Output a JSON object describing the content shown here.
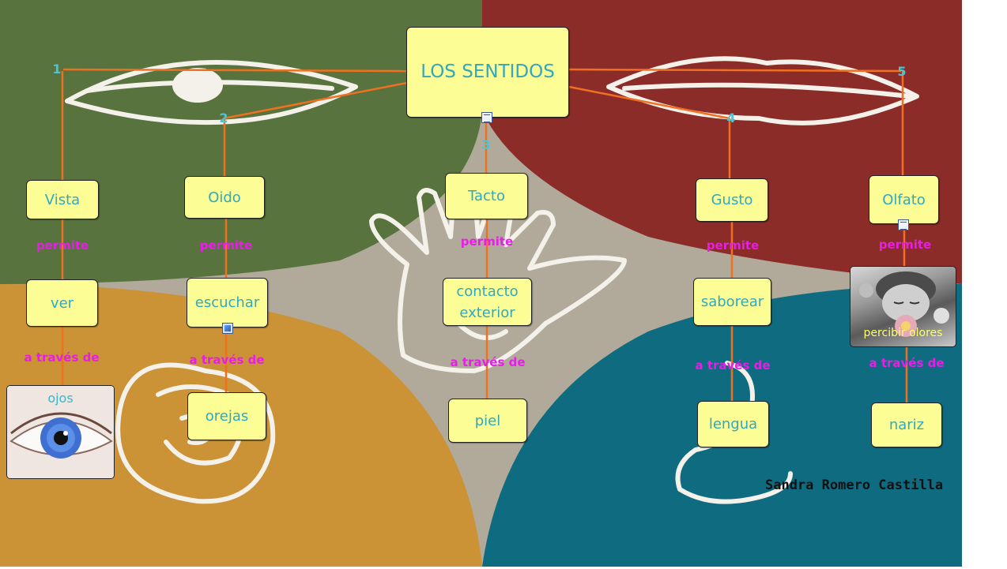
{
  "title": "LOS SENTIDOS",
  "numbers": [
    "1",
    "2",
    "3",
    "4",
    "5"
  ],
  "senses": [
    {
      "name": "Vista",
      "verb_link": "permite",
      "verb": "ver",
      "organ_link": "a través de",
      "organ": "ojos"
    },
    {
      "name": "Oido",
      "verb_link": "permite",
      "verb": "escuchar",
      "organ_link": "a través de",
      "organ": "orejas"
    },
    {
      "name": "Tacto",
      "verb_link": "permite",
      "verb": "contacto\nexterior",
      "organ_link": "a través de",
      "organ": "piel"
    },
    {
      "name": "Gusto",
      "verb_link": "permite",
      "verb": "saborear",
      "organ_link": "a través de",
      "organ": "lengua"
    },
    {
      "name": "Olfato",
      "verb_link": "permite",
      "verb": "percibir olores",
      "organ_link": "a través de",
      "organ": "nariz"
    }
  ],
  "author": "Sandra Romero Castilla",
  "colors": {
    "green": "#58733d",
    "red": "#8c2c28",
    "mustard": "#cc9236",
    "teal": "#0f6c80",
    "center": "#b1aa9a",
    "node_fill": "#fdfd96",
    "node_text": "#31a8bd",
    "link_text": "#e61ee6",
    "line": "#f07020"
  }
}
